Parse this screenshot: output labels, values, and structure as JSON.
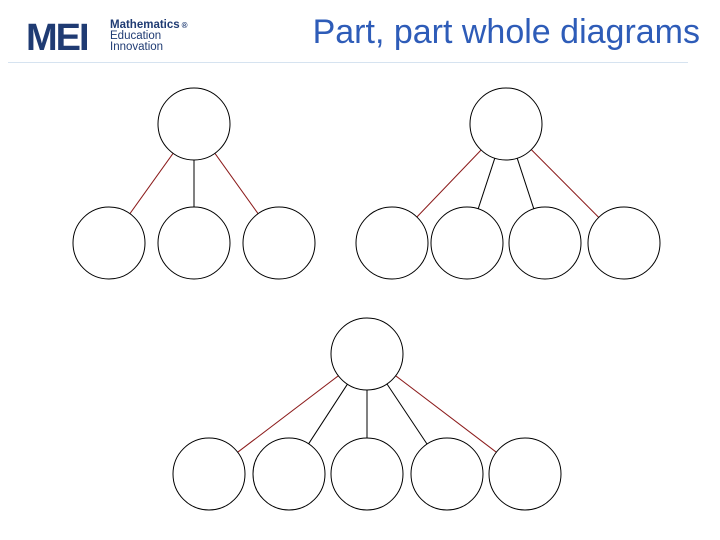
{
  "header": {
    "logo_mark": "MEI",
    "logo_words": [
      "Mathematics",
      "Education",
      "Innovation"
    ],
    "registered_symbol": "®",
    "title": "Part, part whole diagrams"
  },
  "colors": {
    "title": "#2e5cb8",
    "logo": "#1f3b73",
    "edge_outer": "#8b1a1a",
    "edge_inner": "#000000",
    "node_stroke": "#000000"
  },
  "diagrams": [
    {
      "name": "whole-with-3-parts",
      "parts": 3
    },
    {
      "name": "whole-with-4-parts",
      "parts": 4
    },
    {
      "name": "whole-with-5-parts",
      "parts": 5
    }
  ]
}
